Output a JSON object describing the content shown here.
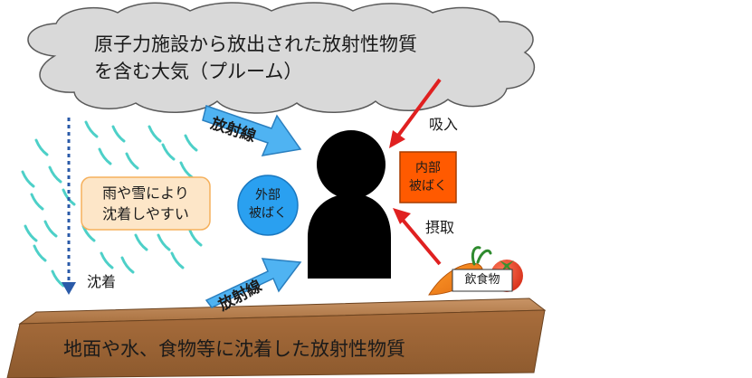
{
  "cloud": {
    "line1": "原子力施設から放出された放射性物質",
    "line2": "を含む大気（プルーム）"
  },
  "ground": {
    "label": "地面や水、食物等に沈着した放射性物質"
  },
  "rain_box": {
    "line1": "雨や雪により",
    "line2": "沈着しやすい"
  },
  "external_exposure": {
    "line1": "外部",
    "line2": "被ばく"
  },
  "internal_exposure": {
    "line1": "内部",
    "line2": "被ばく"
  },
  "deposition_label": "沈着",
  "radiation_upper": "放射線",
  "radiation_lower": "放射線",
  "inhalation_label": "吸入",
  "ingestion_label": "摂取",
  "food_label": "飲食物",
  "colors": {
    "cloud_fill": "#d9d9d9",
    "ground_fill": "#a56b3a",
    "rain": "#4dd0c8",
    "arrow_blue": "#4fb3f2",
    "arrow_red": "#e02020",
    "internal_box": "#ff5a00",
    "external_circle": "#2aa0f0",
    "rain_box_fill": "#fde6c8",
    "rain_box_border": "#f5b05c",
    "deposition_arrow": "#2a5aa8"
  }
}
